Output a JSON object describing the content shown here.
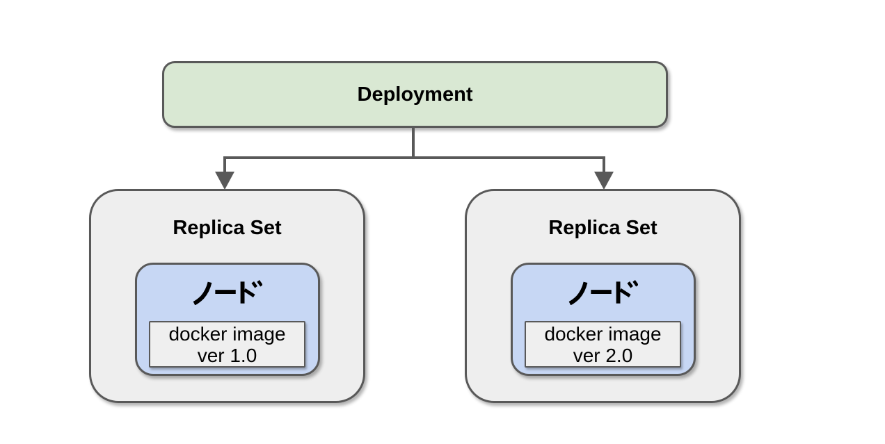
{
  "diagram": {
    "deployment": {
      "label": "Deployment"
    },
    "replica_sets": [
      {
        "title": "Replica Set",
        "node": {
          "label": "ノード",
          "docker_image": {
            "line1": "docker image",
            "line2": "ver 1.0"
          }
        }
      },
      {
        "title": "Replica Set",
        "node": {
          "label": "ノード",
          "docker_image": {
            "line1": "docker image",
            "line2": "ver 2.0"
          }
        }
      }
    ],
    "colors": {
      "background": "#ffffff",
      "deployment_fill": "#d9e8d3",
      "replica_fill": "#eeeeee",
      "node_fill": "#c7d7f4",
      "docker_fill": "#efefef",
      "border": "#595959",
      "connector": "#595959",
      "text": "#000000"
    }
  }
}
